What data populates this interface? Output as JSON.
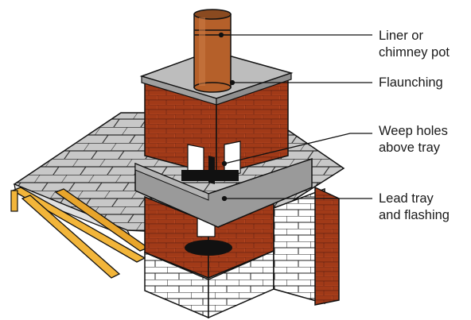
{
  "colors": {
    "brick": "#b5451f",
    "brick_dark": "#7a2a12",
    "mortar": "#e9d8c7",
    "roof_tile": "#c8c8c8",
    "flaunching": "#bdbdbd",
    "lead": "#9a9a9a",
    "liner": "#b5602a",
    "timber": "#f2b53a",
    "block": "#ffffff",
    "outline": "#111111"
  },
  "labels": {
    "liner": [
      "Liner or",
      "chimney pot"
    ],
    "flaunching": [
      "Flaunching"
    ],
    "weep_holes": [
      "Weep holes",
      "above tray"
    ],
    "lead_tray": [
      "Lead tray",
      "and flashing"
    ]
  }
}
